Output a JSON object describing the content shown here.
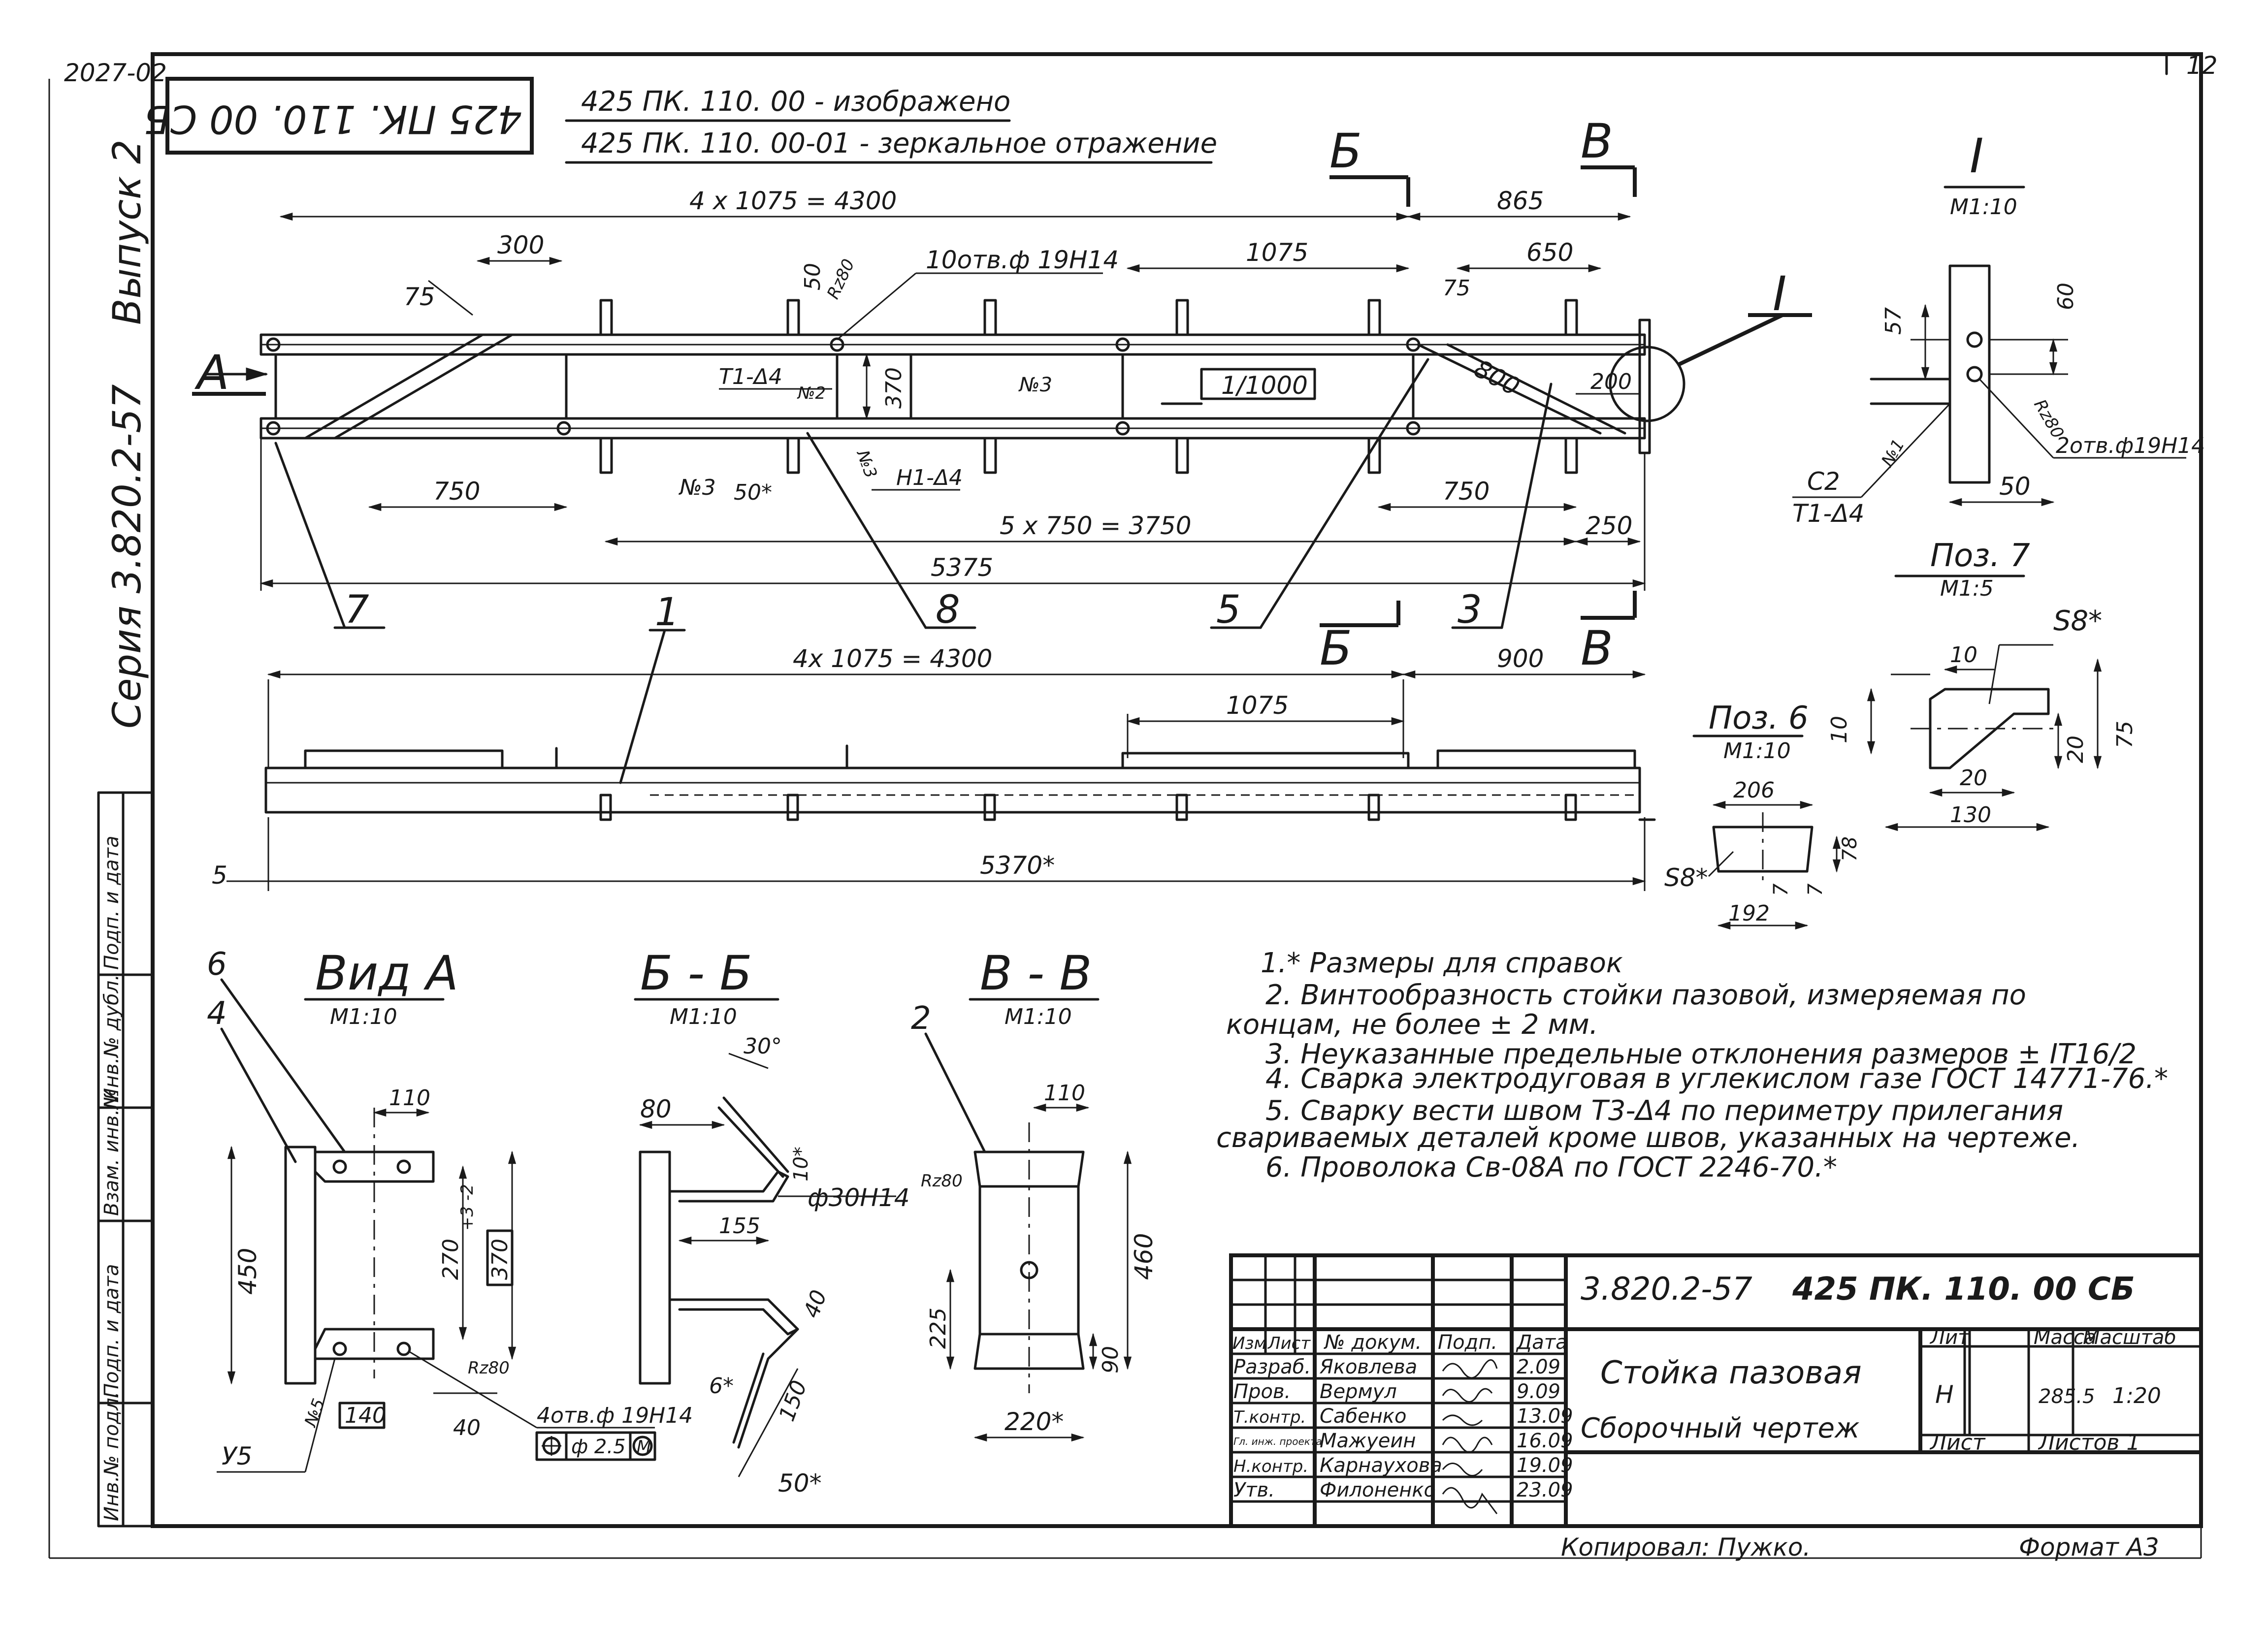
{
  "corner": {
    "left": "2027-02",
    "right": "12"
  },
  "side": {
    "issue": "Выпуск 2",
    "series": "Серия 3.820.2-57",
    "stamp_labels": [
      "Инв.№ подл.",
      "Подп. и дата",
      "Взам. инв.№",
      "Инв.№ дубл.",
      "Подп. и дата"
    ]
  },
  "top_stamp": "425 ПК. 110. 00 СБ",
  "variants": {
    "line1": "425 ПК. 110. 00 - изображено",
    "line2": "425 ПК. 110. 00-01 - зеркальное отражение"
  },
  "section_letters": {
    "A": "А",
    "B": "Б",
    "V": "В",
    "I": "I"
  },
  "top_view": {
    "dim_spacing": "4 x 1075 = 4300",
    "dim_end": "865",
    "dim_300": "300",
    "dim_75a": "75",
    "dim_50": "50",
    "holes": "10отв.ф 19Н14",
    "rz80": "Rz80",
    "dim_1075": "1075",
    "dim_650": "650",
    "dim_75b": "75",
    "weld_t1": "Т1-Δ4",
    "no2": "№2",
    "dim_370": "370",
    "no3a": "№3",
    "slope": "1/1000",
    "dim_800": "800",
    "dim_200": "200",
    "no3b": "№3",
    "dim_50s": "50*",
    "no3c": "№3",
    "weld_h1": "Н1-Δ4",
    "dim_750a": "750",
    "dim_750b": "750",
    "dim_5x750": "5 x 750 = 3750",
    "dim_250": "250",
    "dim_5375": "5375"
  },
  "callouts": [
    "7",
    "8",
    "5",
    "3",
    "1"
  ],
  "side_view": {
    "dim_spacing": "4x 1075 = 4300",
    "dim_900": "900",
    "dim_1075": "1075",
    "dim_5370": "5370*",
    "mark_5": "5"
  },
  "detail_I": {
    "title": "I",
    "scale": "М1:10",
    "dim_60": "60",
    "dim_57": "57",
    "rz80": "Rz80",
    "holes": "2отв.ф19Н14",
    "no1": "№1",
    "weld_c2": "С2",
    "weld_t1": "Т1-Δ4",
    "dim_50": "50"
  },
  "pos7": {
    "title": "Поз. 7",
    "scale": "М1:5",
    "thick": "S8*",
    "dim_10a": "10",
    "dim_10b": "10",
    "dim_20a": "20",
    "dim_75": "75",
    "dim_20b": "20",
    "dim_130": "130"
  },
  "pos6": {
    "title": "Поз. 6",
    "scale": "М1:10",
    "dim_206": "206",
    "dim_78": "78",
    "thick": "S8*",
    "dim_7a": "7",
    "dim_7b": "7",
    "dim_192": "192"
  },
  "view_a": {
    "title": "Вид А",
    "scale": "М1:10",
    "pos6": "6",
    "pos4": "4",
    "dim_110": "110",
    "dim_450": "450",
    "dim_270": "270",
    "tol": "+3 -2",
    "dim_370": "370",
    "rz80": "Rz80",
    "holes": "4отв.ф 19Н14",
    "tol_pos": "ф 2.5",
    "tol_m": "M",
    "no5": "№5",
    "weld": "У5",
    "dim_140": "140",
    "dim_40": "40"
  },
  "sec_bb": {
    "title": "Б - Б",
    "scale": "М1:10",
    "dim_30": "30°",
    "dim_80": "80",
    "dim_10": "10*",
    "rz80": "Rz80",
    "bore": "ф30Н14",
    "dim_155": "155",
    "dim_40": "40",
    "dim_6": "6*",
    "dim_150": "150",
    "dim_50": "50*"
  },
  "sec_vv": {
    "title": "В - В",
    "scale": "М1:10",
    "pos2": "2",
    "dim_110": "110",
    "dim_460": "460",
    "dim_225": "225",
    "dim_90": "90",
    "dim_220": "220*"
  },
  "notes": [
    "1.* Размеры для справок",
    "2. Винтообразность стойки пазовой, измеряемая по",
    "концам, не более ± 2 мм.",
    "3. Неуказанные предельные отклонения размеров ± IT16/2",
    "4. Сварка электродуговая в углекислом газе ГОСТ 14771-76.*",
    "5. Сварку вести швом Т3-Δ4 по периметру прилегания",
    "свариваемых деталей кроме швов, указанных на чертеже.",
    "6. Проволока Св-08А по ГОСТ 2246-70.*"
  ],
  "title_block": {
    "series": "3.820.2-57",
    "designation": "425 ПК. 110. 00 СБ",
    "name": "Стойка пазовая",
    "doc_type": "Сборочный чертеж",
    "headers": [
      "Изм",
      "Лист",
      "№ докум.",
      "Подп.",
      "Дата"
    ],
    "rows": [
      {
        "role": "Разраб.",
        "name": "Яковлева",
        "date": "2.09"
      },
      {
        "role": "Пров.",
        "name": "Вермул",
        "date": "9.09"
      },
      {
        "role": "Т.контр.",
        "name": "Сабенко",
        "date": "13.09"
      },
      {
        "role": "Гл. инж. проекта",
        "name": "Мажуеин",
        "date": "16.09"
      },
      {
        "role": "Н.контр.",
        "name": "Карнаухова",
        "date": "19.09"
      },
      {
        "role": "Утв.",
        "name": "Филоненко",
        "date": "23.09"
      }
    ],
    "lit_label": "Лит",
    "mass_label": "Масса",
    "scale_label": "Масштаб",
    "lit": "Н",
    "mass": "285.5",
    "scale": "1:20",
    "sheet_label": "Лист",
    "sheets_label": "Листов 1"
  },
  "footer": {
    "copied": "Копировал: Пужко.",
    "format": "Формат А3"
  }
}
